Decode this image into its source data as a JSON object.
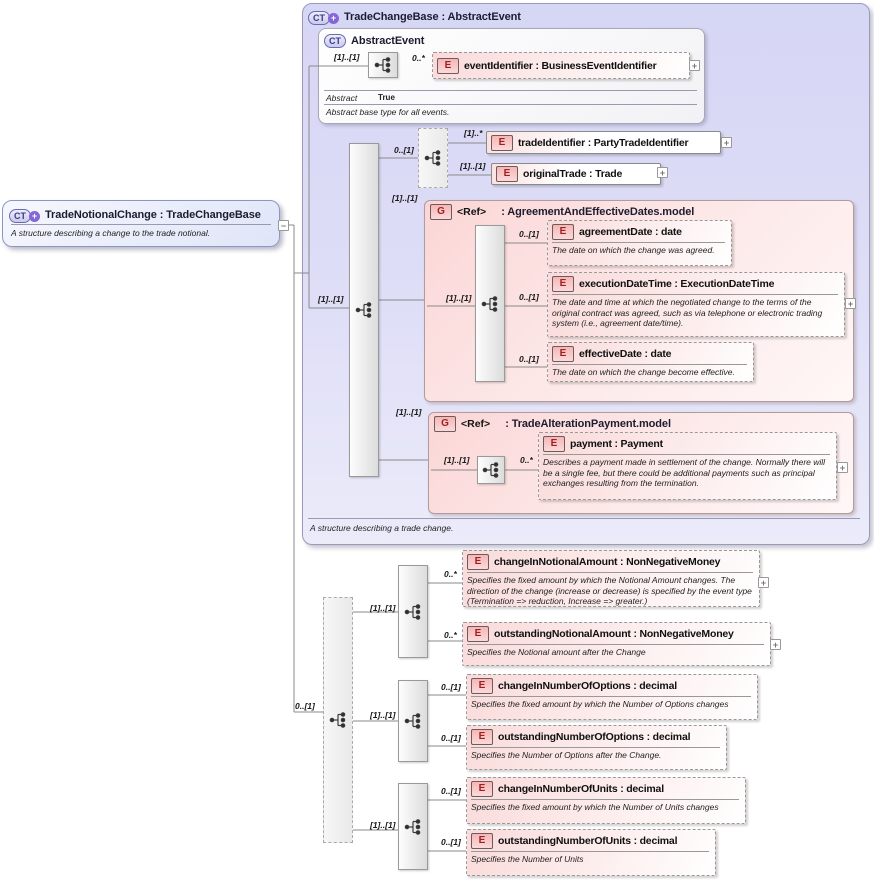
{
  "root_box": {
    "badge": "CT",
    "plus": "+",
    "title": "TradeNotionalChange : TradeChangeBase",
    "annotation": "A structure describing a change to the trade notional.",
    "collapse_handle": "−"
  },
  "base_box": {
    "badge": "CT",
    "plus": "+",
    "title": "TradeChangeBase : AbstractEvent",
    "annotation": "A structure describing a trade change."
  },
  "abstract_box": {
    "badge": "CT",
    "title": "AbstractEvent",
    "incoming_cardinality": "[1]..[1]",
    "child_cardinality": "0..*",
    "element_badge": "E",
    "element_label": "eventIdentifier : BusinessEventIdentifier",
    "expand_handle": "+",
    "property_name": "Abstract",
    "property_value": "True",
    "annotation": "Abstract base type for all events."
  },
  "content_model": {
    "incoming_cardinality": "[1]..[1]",
    "choice_cardinality": "0..[1]",
    "trade_identifier": {
      "cardinality": "[1]..*",
      "badge": "E",
      "label": "tradeIdentifier : PartyTradeIdentifier",
      "expand_handle": "+"
    },
    "original_trade": {
      "cardinality": "[1]..[1]",
      "badge": "E",
      "label": "originalTrade : Trade",
      "expand_handle": "+"
    }
  },
  "agreement_group": {
    "cardinality": "[1]..[1]",
    "badge": "G",
    "ref": "<Ref>",
    "title": ": AgreementAndEffectiveDates.model",
    "inner_cardinality": "[1]..[1]",
    "agreement_date": {
      "cardinality": "0..[1]",
      "badge": "E",
      "label": "agreementDate : date",
      "annotation": "The date on which the change was agreed."
    },
    "execution_date_time": {
      "cardinality": "0..[1]",
      "badge": "E",
      "label": "executionDateTime : ExecutionDateTime",
      "annotation": "The date and time at which the negotiated change to the terms of the original contract was agreed, such as via telephone or electronic trading system (i.e., agreement date/time).",
      "expand_handle": "+"
    },
    "effective_date": {
      "cardinality": "0..[1]",
      "badge": "E",
      "label": "effectiveDate : date",
      "annotation": "The date on which the change become effective."
    }
  },
  "payment_group": {
    "cardinality": "[1]..[1]",
    "badge": "G",
    "ref": "<Ref>",
    "title": ": TradeAlterationPayment.model",
    "inner_cardinality": "[1]..[1]",
    "payment": {
      "cardinality": "0..*",
      "badge": "E",
      "label": "payment : Payment",
      "annotation": "Describes a payment made in settlement of the change. Normally there will be a single fee, but there could be additional payments such as principal exchanges resulting from the termination.",
      "expand_handle": "+"
    }
  },
  "extension": {
    "choice_cardinality": "0..[1]",
    "groups": [
      {
        "cardinality": "[1]..[1]",
        "items": [
          {
            "cardinality": "0..*",
            "badge": "E",
            "label": "changeInNotionalAmount : NonNegativeMoney",
            "annotation": "Specifies the fixed amount by which the Notional Amount changes. The direction of the change (increase or decrease) is specified by the event type (Termination => reduction, Increase => greater.)",
            "expand_handle": "+"
          },
          {
            "cardinality": "0..*",
            "badge": "E",
            "label": "outstandingNotionalAmount : NonNegativeMoney",
            "annotation": "Specifies the Notional amount after the Change",
            "expand_handle": "+"
          }
        ]
      },
      {
        "cardinality": "[1]..[1]",
        "items": [
          {
            "cardinality": "0..[1]",
            "badge": "E",
            "label": "changeInNumberOfOptions : decimal",
            "annotation": "Specifies the fixed amount by which the Number of Options changes"
          },
          {
            "cardinality": "0..[1]",
            "badge": "E",
            "label": "outstandingNumberOfOptions : decimal",
            "annotation": "Specifies the Number of Options after the Change."
          }
        ]
      },
      {
        "cardinality": "[1]..[1]",
        "items": [
          {
            "cardinality": "0..[1]",
            "badge": "E",
            "label": "changeInNumberOfUnits : decimal",
            "annotation": "Specifies the fixed amount by which the Number of Units changes"
          },
          {
            "cardinality": "0..[1]",
            "badge": "E",
            "label": "outstandingNumberOfUnits : decimal",
            "annotation": "Specifies the Number of Units"
          }
        ]
      }
    ]
  },
  "colors": {
    "complex_type_fill": "#d9d9f6",
    "inner_type_fill": "#fbfbfe",
    "element_fill": "#fbdddd",
    "group_fill": "#fbd8d8",
    "badge_letter_red": "#9e1f1f",
    "badge_ct_text": "#3a3a8c",
    "plus_circle": "#8566d6",
    "connector": "#8a8a8a"
  }
}
